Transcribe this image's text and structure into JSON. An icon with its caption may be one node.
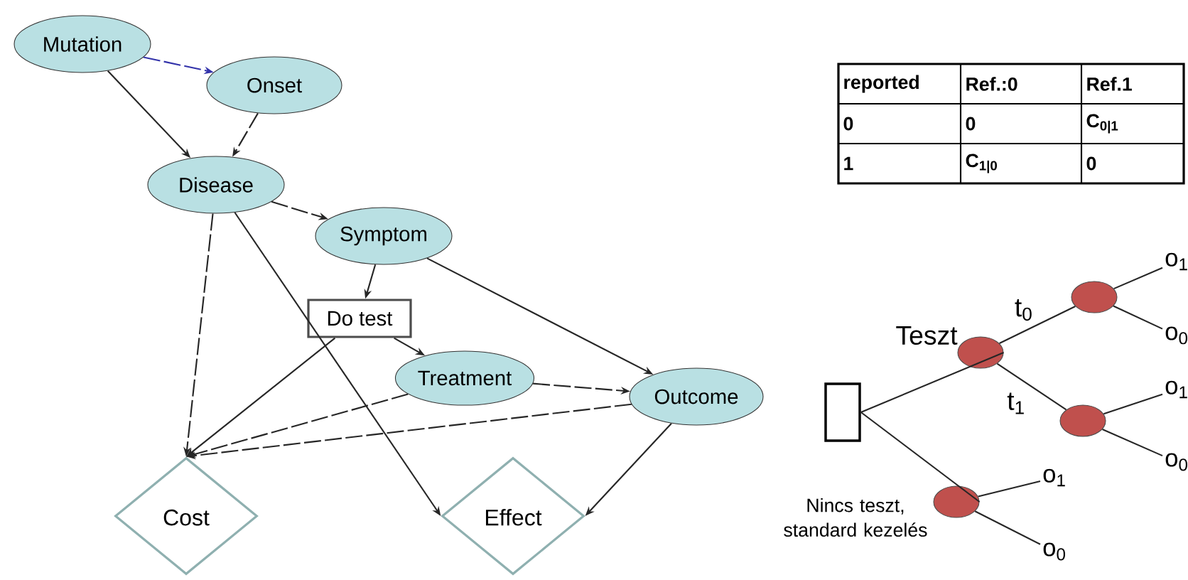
{
  "diagram": {
    "nodes": [
      {
        "text": [
          "Mutation"
        ]
      },
      {
        "text": [
          "Onset"
        ]
      },
      {
        "text": [
          "Disease"
        ]
      },
      {
        "text": [
          "Symptom"
        ]
      },
      {
        "text": [
          "Do test"
        ]
      },
      {
        "text": [
          "Treatment"
        ]
      },
      {
        "text": [
          "Outcome"
        ]
      },
      {
        "text": [
          "Cost"
        ]
      },
      {
        "text": [
          "Effect"
        ]
      },
      {
        "text": [],
        "shape": "box"
      },
      {
        "text": [],
        "shape": "circle",
        "beside": [
          "Teszt"
        ]
      },
      {
        "text": [],
        "shape": "circle"
      },
      {
        "text": [],
        "shape": "circle"
      },
      {
        "text": [],
        "shape": "circle",
        "beside": [
          "Nincs teszt, standard kezelés"
        ]
      },
      {
        "text": [
          "o$_{1}$"
        ]
      },
      {
        "text": [
          "o$_{0}$"
        ]
      },
      {
        "text": [
          "o$_{1}$"
        ]
      },
      {
        "text": [
          "o$_{0}$"
        ]
      },
      {
        "text": [
          "o$_{1}$"
        ]
      },
      {
        "text": [
          "o$_{0}$"
        ]
      }
    ],
    "edges": [
      {
        "from": 0,
        "to": 1,
        "arrow": "to",
        "style": "dashed",
        "color": "#3333aa"
      },
      {
        "from": 0,
        "to": 2,
        "arrow": "to"
      },
      {
        "from": 1,
        "to": 2,
        "arrow": "to",
        "style": "dashed"
      },
      {
        "from": 2,
        "to": 3,
        "arrow": "to",
        "style": "dashed"
      },
      {
        "from": 2,
        "to": 7,
        "arrow": "to",
        "style": "dashed"
      },
      {
        "from": 2,
        "to": 8,
        "arrow": "to"
      },
      {
        "from": 3,
        "to": 4,
        "arrow": "to"
      },
      {
        "from": 3,
        "to": 6,
        "arrow": "to"
      },
      {
        "from": 4,
        "to": 5,
        "arrow": "to"
      },
      {
        "from": 4,
        "to": 7,
        "arrow": "to"
      },
      {
        "from": 5,
        "to": 6,
        "arrow": "to",
        "style": "dashed"
      },
      {
        "from": 5,
        "to": 7,
        "arrow": "to",
        "style": "dashed"
      },
      {
        "from": 6,
        "to": 7,
        "arrow": "to",
        "style": "dashed"
      },
      {
        "from": 6,
        "to": 8,
        "arrow": "to"
      },
      {
        "from": 9,
        "to": 10,
        "arrow": "none"
      },
      {
        "from": 9,
        "to": 13,
        "arrow": "none"
      },
      {
        "from": 10,
        "to": 11,
        "arrow": "none",
        "label": "t$_{0}$"
      },
      {
        "from": 10,
        "to": 12,
        "arrow": "none",
        "label": "t$_{1}$"
      },
      {
        "from": 11,
        "to": 14,
        "arrow": "none"
      },
      {
        "from": 11,
        "to": 15,
        "arrow": "none"
      },
      {
        "from": 12,
        "to": 16,
        "arrow": "none"
      },
      {
        "from": 12,
        "to": 17,
        "arrow": "none"
      },
      {
        "from": 13,
        "to": 18,
        "arrow": "none"
      },
      {
        "from": 13,
        "to": 19,
        "arrow": "none"
      }
    ],
    "labels": [
      "reported",
      "Ref.:0",
      "Ref.1",
      "0",
      "0",
      "C$_{0|1}$",
      "1",
      "C$_{1|0}$",
      "0"
    ]
  }
}
